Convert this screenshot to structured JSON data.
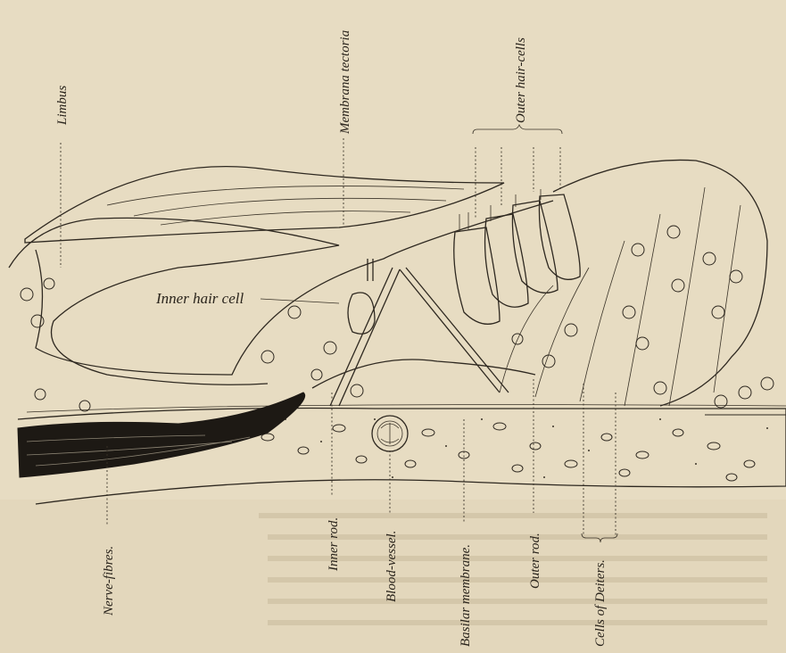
{
  "labels": {
    "limbus": "Limbus",
    "membrana_tectoria": "Membrana tectoria",
    "outer_hair_cells": "Outer hair-cells",
    "inner_hair_cell": "Inner hair cell",
    "nerve_fibres": "Nerve-fibres.",
    "inner_rod": "Inner rod.",
    "blood_vessel": "Blood-vessel.",
    "basilar_membrane": "Basilar membrane.",
    "outer_rod": "Outer rod.",
    "cells_of_deiters": "Cells of Deiters."
  },
  "colors": {
    "paper": "#e7dcc2",
    "ink": "#2e2820",
    "dark_fibres": "#1d1914"
  }
}
